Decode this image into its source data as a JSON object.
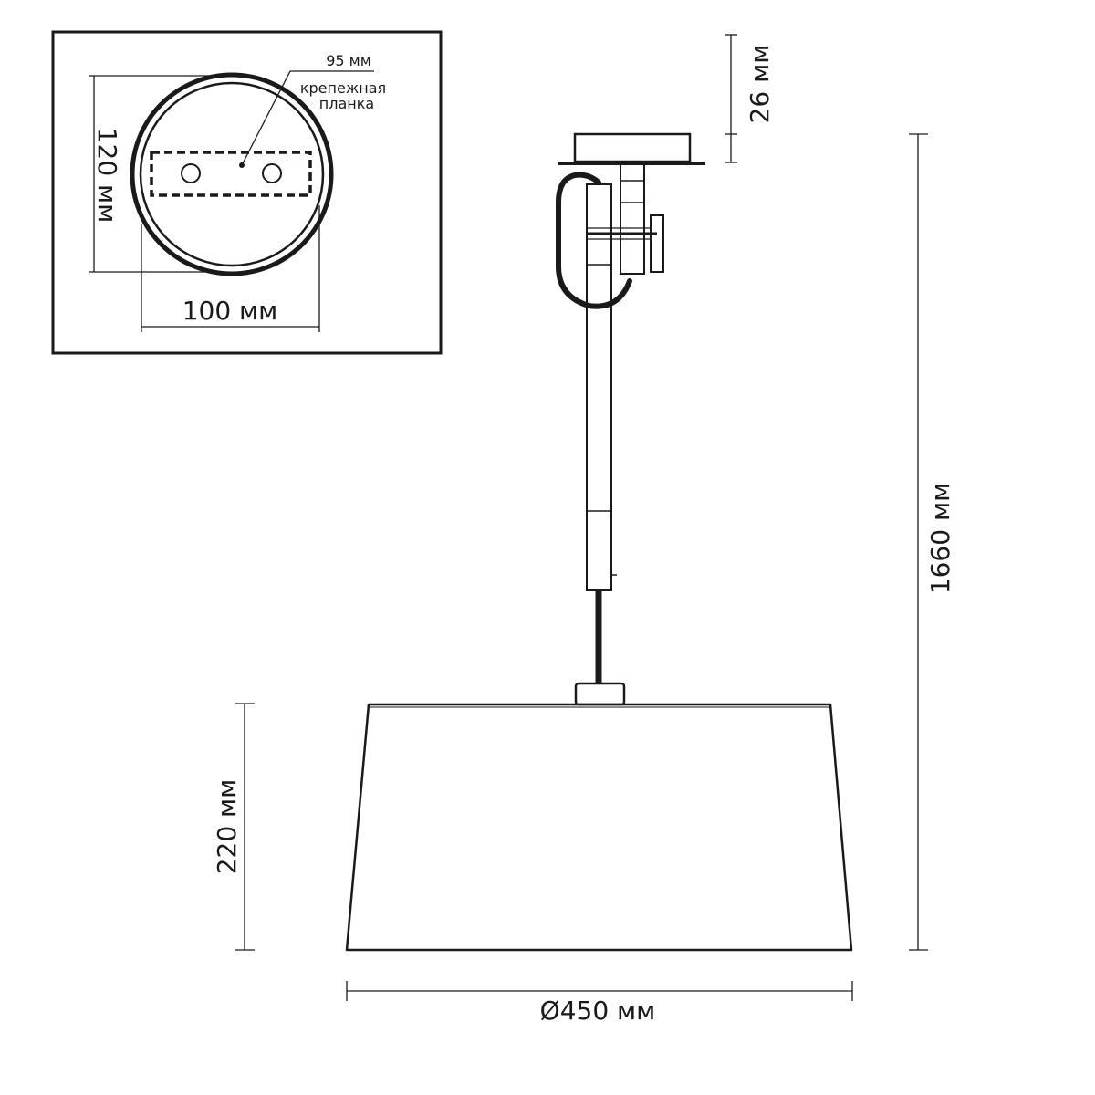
{
  "inset": {
    "dim_95": "95 мм",
    "mount_label_line1": "крепежная",
    "mount_label_line2": "планка",
    "dim_120": "120 мм",
    "dim_100": "100 мм"
  },
  "main": {
    "dim_26": "26 мм",
    "dim_1660": "1660 мм",
    "dim_220": "220 мм",
    "dim_450": "Ø450 мм"
  }
}
